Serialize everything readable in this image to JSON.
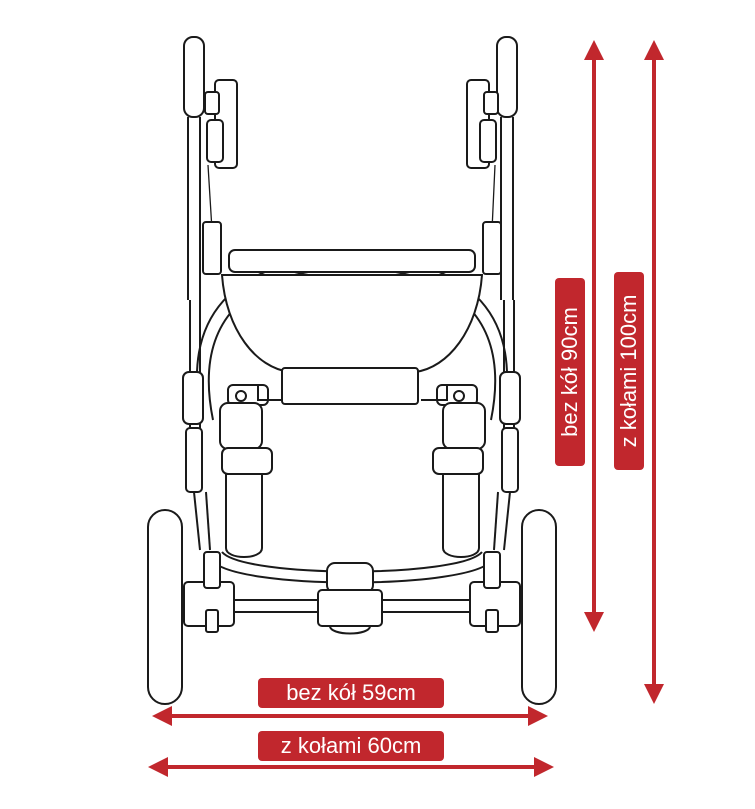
{
  "diagram": {
    "subject": "stroller-front-view",
    "accent_color": "#c1272d",
    "label_text_color": "#ffffff"
  },
  "dimensions": {
    "height_without_wheels": {
      "label": "bez kół  90cm"
    },
    "height_with_wheels": {
      "label": "z kołami 100cm"
    },
    "width_without_wheels": {
      "label": "bez kół  59cm"
    },
    "width_with_wheels": {
      "label": "z kołami 60cm"
    }
  }
}
